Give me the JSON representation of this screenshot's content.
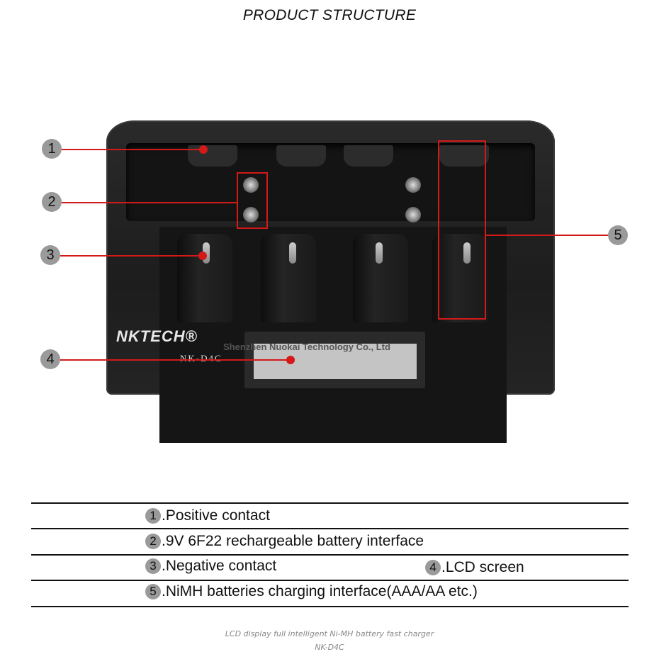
{
  "title": "PRODUCT STRUCTURE",
  "product": {
    "brand": "NKTECH®",
    "model": "NK-D4C",
    "watermark": "Shenzhen Nuokai Technology Co., Ltd"
  },
  "callouts": [
    "1",
    "2",
    "3",
    "4",
    "5"
  ],
  "legend": [
    {
      "num": "1",
      "text": ".Positive contact"
    },
    {
      "num": "2",
      "text": ".9V 6F22 rechargeable battery interface"
    },
    {
      "num": "3",
      "text": ".Negative contact"
    },
    {
      "num": "4",
      "text": ".LCD screen"
    },
    {
      "num": "5",
      "text": ".NiMH batteries charging interface(AAA/AA etc.)"
    }
  ],
  "captions": {
    "line1": "LCD display full intelligent Ni-MH battery fast charger",
    "line2": "NK-D4C"
  },
  "colors": {
    "accent": "#d41919",
    "badge": "#9a9a9a",
    "device": "#1f1f1f"
  }
}
